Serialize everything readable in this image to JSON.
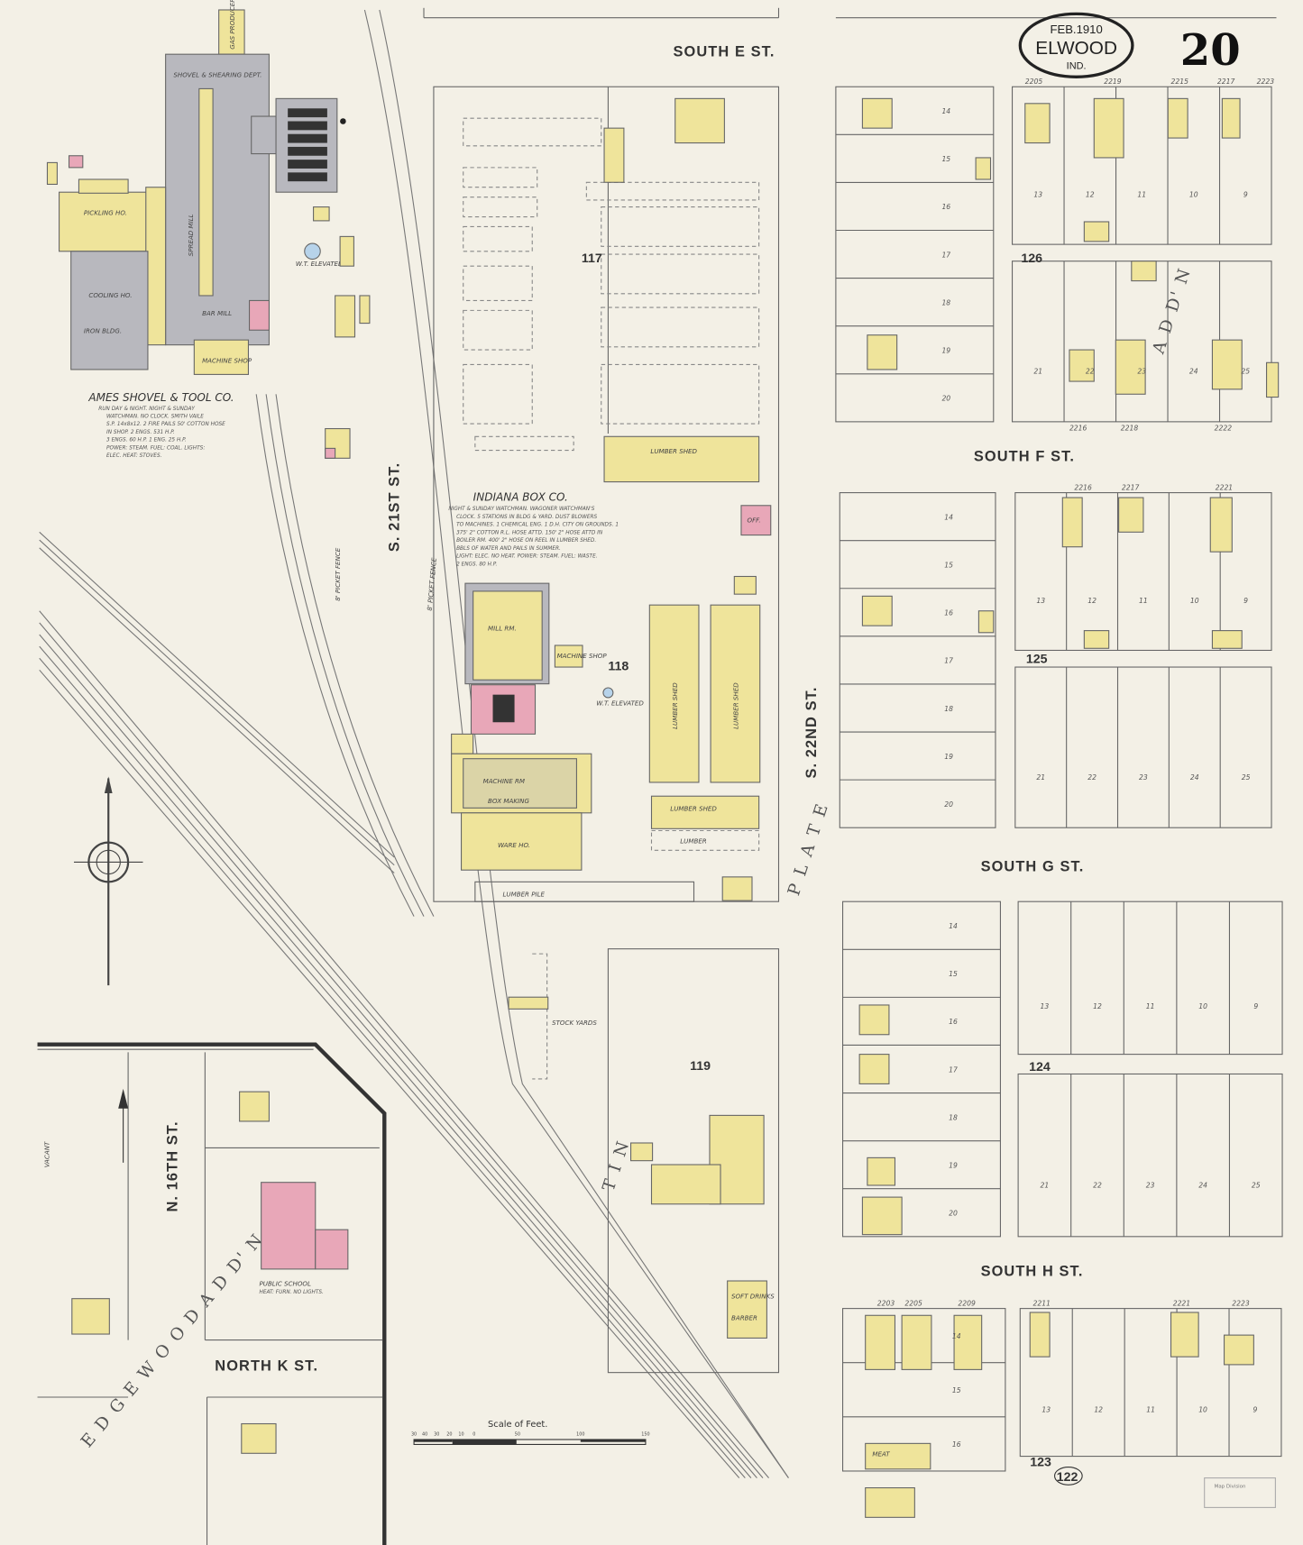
{
  "header": {
    "date": "FEB.1910",
    "city": "ELWOOD",
    "state": "IND.",
    "sheet_number": "20"
  },
  "streets": {
    "south_e": "SOUTH E   ST.",
    "south_f": "SOUTH F   ST.",
    "south_g": "SOUTH G   ST.",
    "south_h": "SOUTH H   ST.",
    "s21": "S. 21ST  ST.",
    "s22": "S. 22ND  ST.",
    "n16": "N. 16TH  ST.",
    "north_k": "NORTH K  ST."
  },
  "additions": {
    "plate": "P L A T E",
    "addn": "A D D' N",
    "edgewood": "E D G E W O O D   A D D' N",
    "tin": "T I N"
  },
  "blocks": {
    "b117": {
      "number": "117"
    },
    "b118": {
      "number": "118"
    },
    "b119": {
      "number": "119"
    },
    "b126": {
      "number": "126",
      "left_lots": [
        "14",
        "15",
        "16",
        "17",
        "18",
        "19",
        "20"
      ],
      "right_top": [
        "13",
        "12",
        "11",
        "10",
        "9"
      ],
      "right_bottom": [
        "21",
        "22",
        "23",
        "24",
        "25"
      ]
    },
    "b125": {
      "number": "125",
      "left_lots": [
        "14",
        "15",
        "16",
        "17",
        "18",
        "19",
        "20"
      ],
      "right_top": [
        "13",
        "12",
        "11",
        "10",
        "9"
      ],
      "right_bottom": [
        "21",
        "22",
        "23",
        "24",
        "25"
      ]
    },
    "b124": {
      "number": "124",
      "left_lots": [
        "14",
        "15",
        "16",
        "17",
        "18",
        "19",
        "20"
      ],
      "right_top": [
        "13",
        "12",
        "11",
        "10",
        "9"
      ],
      "right_bottom": [
        "21",
        "22",
        "23",
        "24",
        "25"
      ]
    },
    "b123": {
      "number": "123",
      "left_lots": [
        "14",
        "15",
        "16"
      ],
      "right_top": [
        "13",
        "12",
        "11",
        "10",
        "9"
      ]
    },
    "b122": {
      "number": "122"
    }
  },
  "house_numbers": {
    "e_north": [
      "2205",
      "2219",
      "2215",
      "2217",
      "2223"
    ],
    "e_south": [
      "2216",
      "2218",
      "2222"
    ],
    "f_north": [
      "2216",
      "2217",
      "2221"
    ],
    "h_north": [
      "2203",
      "2205",
      "2209",
      "2211",
      "2221",
      "2223"
    ]
  },
  "ames": {
    "name": "AMES SHOVEL & TOOL CO.",
    "notes": [
      "RUN DAY & NIGHT.  NIGHT & SUNDAY",
      "WATCHMAN. NO CLOCK. SMITH VAILE",
      "S.P. 14x8x12. 2 FIRE PAILS 50' COTTON HOSE",
      "IN SHOP.  2 ENGS. 531 H.P.",
      "3 ENGS. 60 H.P. 1 ENG. 25 H.P.",
      "POWER: STEAM. FUEL: COAL. LIGHTS:",
      "ELEC. HEAT: STOVES."
    ],
    "buildings": {
      "pickling": "PICKLING HO.",
      "cooling": "COOLING HO.",
      "iron": "IRON BLDG.",
      "spread": "SPREAD MILL",
      "bar": "BAR MILL",
      "machine": "MACHINE SHOP",
      "shovel": "SHOVEL & SHEARING DEPT.",
      "gas": "GAS PRODUCERS",
      "tank": "W.T. ELEVATED"
    }
  },
  "indiana_box": {
    "name": "INDIANA BOX CO.",
    "notes": [
      "NIGHT & SUNDAY WATCHMAN. WAGONER WATCHMAN'S",
      "CLOCK. 5 STATIONS IN BLDG & YARD. DUST BLOWERS",
      "TO MACHINES. 1 CHEMICAL ENG. 1 D.H. CITY ON GROUNDS. 1",
      "375' 2\" COTTON R.L. HOSE ATTD. 150' 2\" HOSE ATTD IN",
      "BOILER RM. 400' 2\" HOSE ON REEL IN LUMBER SHED.",
      "BBLS OF WATER AND PAILS IN SUMMER.",
      "LIGHT: ELEC. NO HEAT. POWER: STEAM. FUEL: WASTE.",
      "2 ENGS. 80 H.P."
    ],
    "buildings": {
      "mill": "MILL RM.",
      "machine_rm": "MACHINE RM",
      "box_making": "BOX MAKING",
      "ware": "WARE HO.",
      "machine_shop": "MACHINE SHOP",
      "lumber_shed": "LUMBER SHED",
      "lumber": "LUMBER",
      "lumber_pile": "LUMBER PILE",
      "office": "OFF.",
      "tank": "W.T. ELEVATED"
    }
  },
  "other_buildings": {
    "school": "PUBLIC SCHOOL",
    "school_note": "HEAT: FURN. NO LIGHTS.",
    "stock_yards": "STOCK YARDS",
    "soft_drinks": "SOFT DRINKS",
    "barber": "BARBER",
    "meat": "MEAT",
    "vacant": "VACANT",
    "fence": "8' PICKET FENCE"
  },
  "scale": {
    "title": "Scale of Feet.",
    "ticks": [
      "30",
      "40",
      "30",
      "20",
      "10",
      "0",
      "50",
      "100",
      "150"
    ]
  },
  "stamp": {
    "text": "Map Division"
  },
  "colors": {
    "frame": "#efe49b",
    "brick": "#e8a7b8",
    "iron": "#b8b8be",
    "paper": "#f3f0e6"
  }
}
